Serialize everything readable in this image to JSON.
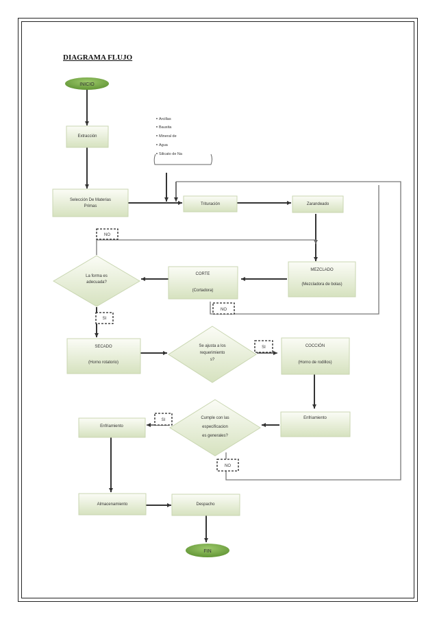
{
  "title": "DIAGRAMA FLUJO",
  "nodes": {
    "inicio": "INICIO",
    "extraccion": "Extracción",
    "seleccion": [
      "Selección De Materias",
      "Primas"
    ],
    "trituracion": "Trituración",
    "zarandeado": "Zarandeado",
    "mezclado": [
      "MEZCLADO",
      "(Mezcladora de bolas)"
    ],
    "corte": [
      "CORTE",
      "(Cortadora)"
    ],
    "forma": [
      "La forma es",
      "adecuada?"
    ],
    "secado": [
      "SECADO",
      "(Horno rotatorio)"
    ],
    "requerimientos": [
      "Se ajusta a los",
      "requerimiento",
      "s?"
    ],
    "coccion": [
      "COCCIÓN",
      "(Horno de rodillos)"
    ],
    "enfriamiento_right": "Enfriamiento",
    "especificaciones": [
      "Cumple con las",
      "especificacion",
      "es generales?"
    ],
    "enfriamiento_left": "Enfriamiento",
    "almacenamiento": "Almacenamiento",
    "despacho": "Despacho",
    "fin": "FIN"
  },
  "ingredients": [
    "Arcillas",
    "Bauxita",
    "Mineral de",
    "Agua",
    "Silicato de Na"
  ],
  "decision_labels": {
    "forma_no": "NO",
    "forma_si": "SI",
    "corte_no": "NO",
    "requerimientos_si": "SI",
    "especificaciones_si": "SI",
    "especificaciones_no": "NO"
  },
  "colors": {
    "box_fill_top": "#fbfcf6",
    "box_fill_bottom": "#d6e2bf",
    "box_stroke": "#c9d6b1",
    "terminal": "#7cae4a",
    "line": "#333333"
  }
}
